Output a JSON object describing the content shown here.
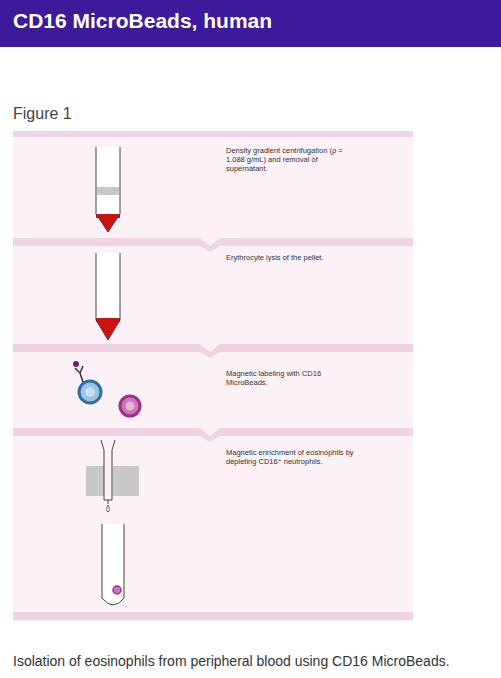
{
  "diagram": {
    "title": "CD16 MicroBeads, human",
    "caption": "Isolation of eosinophils from peripheral blood using CD16 MicroBeads.",
    "nodes": [
      {
        "text": [
          "Density gradient centrifugation (ρ = 1.088 g/mL) and removal of supernatant."
        ]
      },
      {
        "text": [
          "Erythrocyte lysis of the pellet."
        ]
      },
      {
        "text": [
          "Magnetic labeling with CD16 MicroBeads."
        ]
      },
      {
        "text": [
          "Magnetic enrichment of eosinophils by depleting CD16⁺ neutrophils."
        ]
      }
    ],
    "labels": [
      "Figure 1"
    ]
  }
}
